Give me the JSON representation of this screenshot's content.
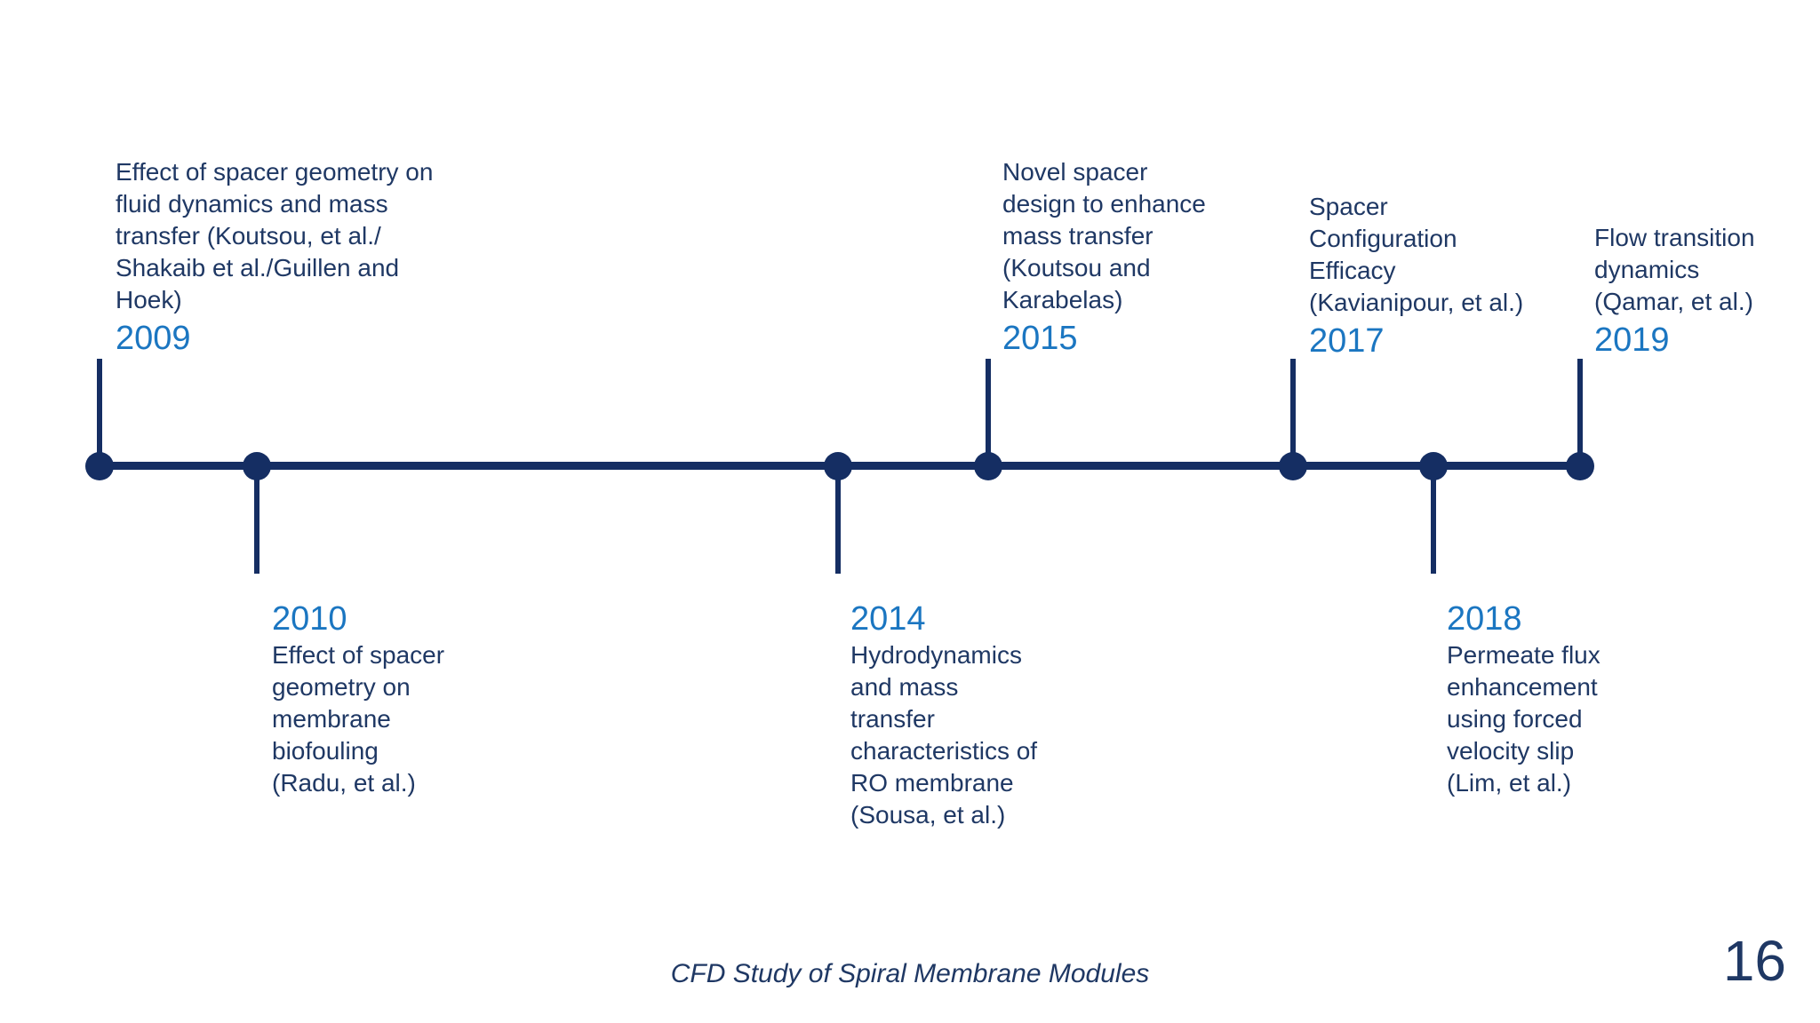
{
  "slide": {
    "footer": "CFD Study of Spiral Membrane Modules",
    "page_number": "16"
  },
  "palette": {
    "text_navy": "#1f3864",
    "timeline_navy": "#152e63",
    "year_blue": "#1b76c1"
  },
  "timeline": {
    "events": [
      {
        "year": "2009",
        "position": "above",
        "description": "Effect of spacer geometry on\nfluid dynamics and mass\ntransfer (Koutsou, et al./\nShakaib et al./Guillen and\nHoek)"
      },
      {
        "year": "2010",
        "position": "below",
        "description": "Effect of spacer\ngeometry on\nmembrane\nbiofouling\n(Radu, et al.)"
      },
      {
        "year": "2014",
        "position": "below",
        "description": "Hydrodynamics\nand mass\ntransfer\ncharacteristics of\nRO membrane\n(Sousa, et al.)"
      },
      {
        "year": "2015",
        "position": "above",
        "description": "Novel spacer\ndesign to enhance\nmass transfer\n(Koutsou and\nKarabelas)"
      },
      {
        "year": "2017",
        "position": "above",
        "description": "Spacer\nConfiguration\nEfficacy\n(Kavianipour, et al.)"
      },
      {
        "year": "2018",
        "position": "below",
        "description": "Permeate flux\nenhancement\nusing forced\nvelocity slip\n(Lim, et al.)"
      },
      {
        "year": "2019",
        "position": "above",
        "description": "Flow transition\ndynamics\n(Qamar, et al.)"
      }
    ]
  }
}
